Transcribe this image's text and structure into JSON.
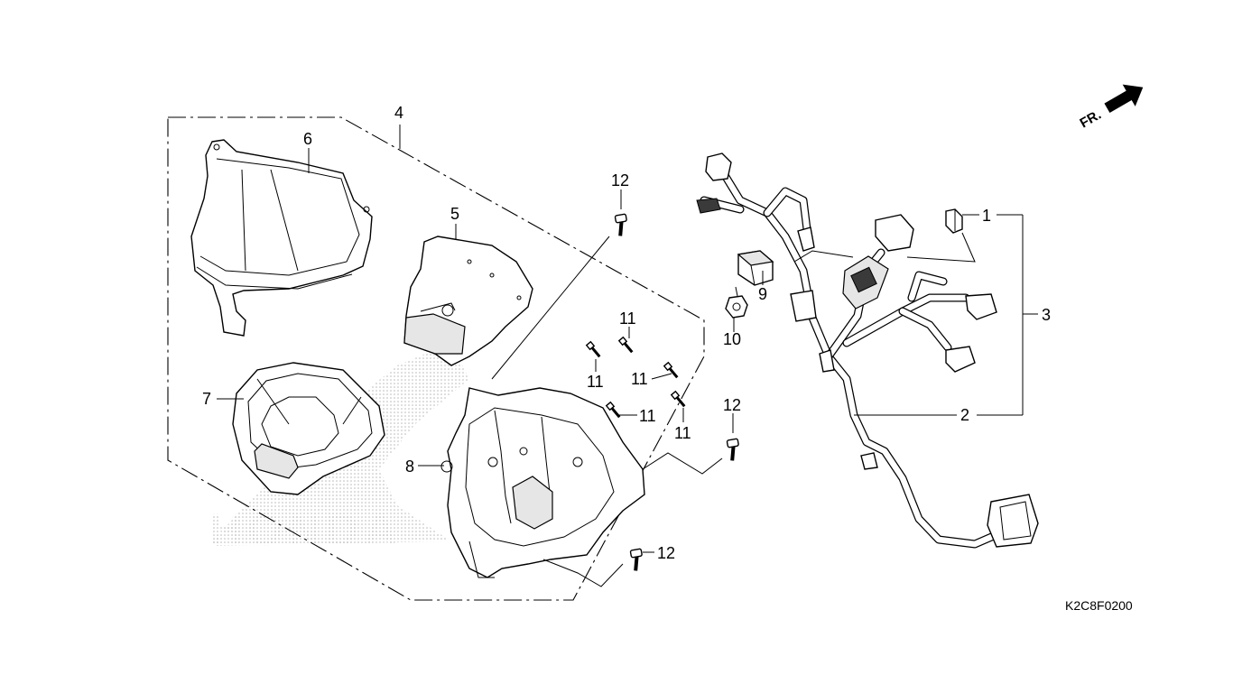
{
  "diagram": {
    "callouts": {
      "c1": "1",
      "c2": "2",
      "c3": "3",
      "c4": "4",
      "c5": "5",
      "c6": "6",
      "c7": "7",
      "c8": "8",
      "c9": "9",
      "c10": "10",
      "c11a": "11",
      "c11b": "11",
      "c11c": "11",
      "c11d": "11",
      "c11e": "11",
      "c12a": "12",
      "c12b": "12",
      "c12c": "12"
    },
    "front_indicator": "FR.",
    "figure_code": "K2C8F0200",
    "watermark": "HONDA",
    "colors": {
      "line": "#000000",
      "background": "#ffffff",
      "watermark": "#c8c8c8"
    }
  }
}
